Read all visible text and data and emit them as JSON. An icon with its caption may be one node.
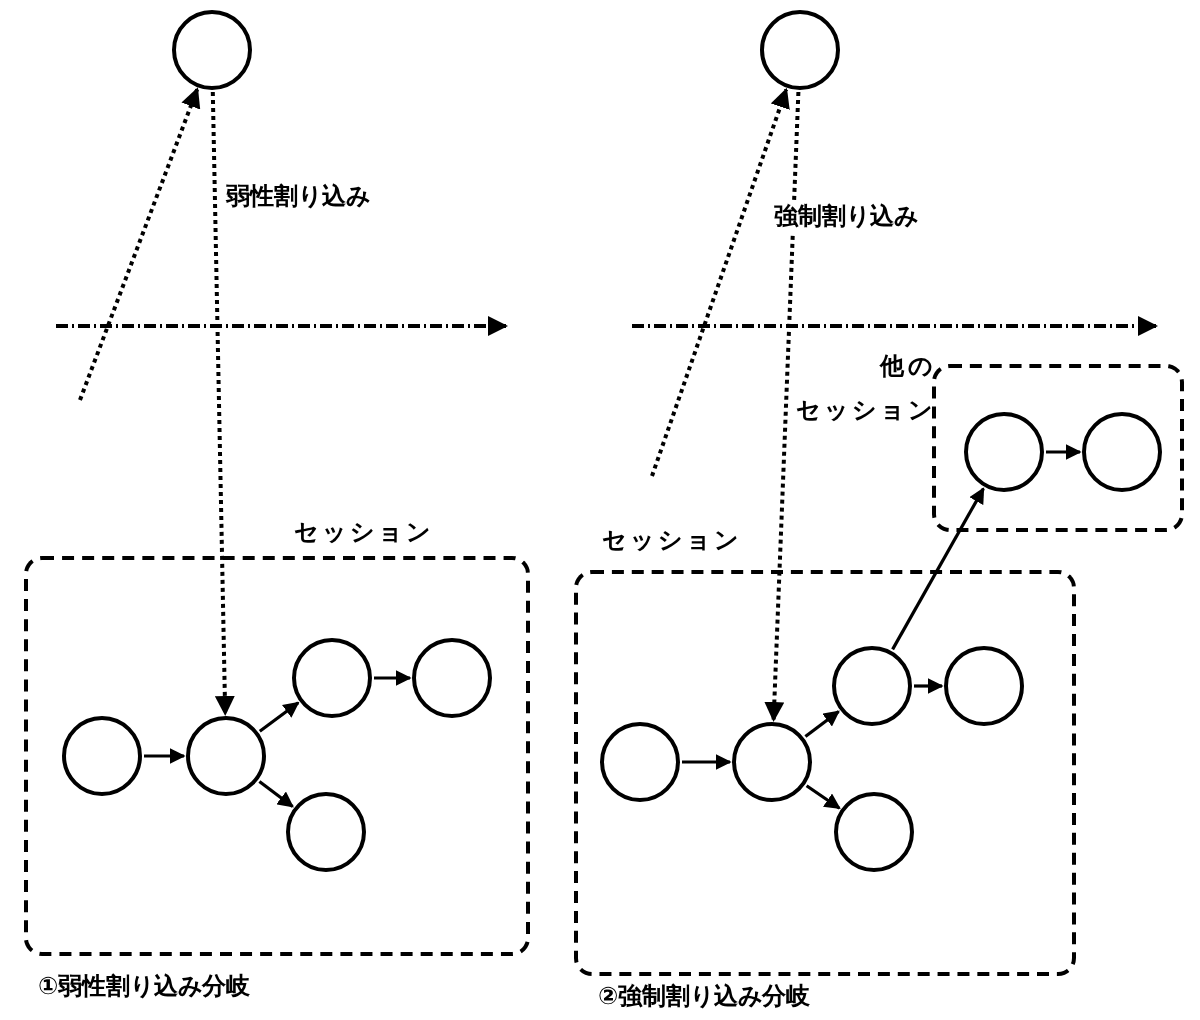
{
  "diagram": {
    "nodes": [
      {
        "text": [],
        "shape": "circle"
      },
      {
        "text": [
          "セッション"
        ]
      },
      {
        "text": [],
        "shape": "circle",
        "in": 1
      },
      {
        "text": [],
        "shape": "circle",
        "in": 1
      },
      {
        "text": [],
        "shape": "circle",
        "in": 1
      },
      {
        "text": [],
        "shape": "circle",
        "in": 1
      },
      {
        "text": [],
        "shape": "circle",
        "in": 1
      },
      {
        "text": [],
        "shape": "circle"
      },
      {
        "text": [
          "他のセッション"
        ]
      },
      {
        "text": [],
        "shape": "circle",
        "in": 8
      },
      {
        "text": [],
        "shape": "circle",
        "in": 8
      },
      {
        "text": [
          "セッション"
        ]
      },
      {
        "text": [],
        "shape": "circle",
        "in": 11
      },
      {
        "text": [],
        "shape": "circle",
        "in": 11
      },
      {
        "text": [],
        "shape": "circle",
        "in": 11
      },
      {
        "text": [],
        "shape": "circle",
        "in": 11
      },
      {
        "text": [],
        "shape": "circle",
        "in": 11
      }
    ],
    "edges": [
      {
        "from": null,
        "to": 0,
        "arrow": "to",
        "style": "dashed"
      },
      {
        "from": 0,
        "to": 3,
        "arrow": "to",
        "style": "dashed",
        "label": "弱性割り込み"
      },
      {
        "from": 2,
        "to": 3,
        "arrow": "to"
      },
      {
        "from": 3,
        "to": 4,
        "arrow": "to"
      },
      {
        "from": 3,
        "to": 6,
        "arrow": "to"
      },
      {
        "from": 4,
        "to": 5,
        "arrow": "to"
      },
      {
        "from": null,
        "to": 7,
        "arrow": "to",
        "style": "dashed"
      },
      {
        "from": 7,
        "to": 13,
        "arrow": "to",
        "style": "dashed",
        "label": "強制割り込み"
      },
      {
        "from": 9,
        "to": 10,
        "arrow": "to"
      },
      {
        "from": 12,
        "to": 13,
        "arrow": "to"
      },
      {
        "from": 13,
        "to": 14,
        "arrow": "to"
      },
      {
        "from": 13,
        "to": 16,
        "arrow": "to"
      },
      {
        "from": 14,
        "to": 15,
        "arrow": "to"
      },
      {
        "from": 14,
        "to": 9,
        "arrow": "to"
      }
    ],
    "labels": [
      "①弱性割り込み分岐",
      "②強制割り込み分岐"
    ]
  }
}
